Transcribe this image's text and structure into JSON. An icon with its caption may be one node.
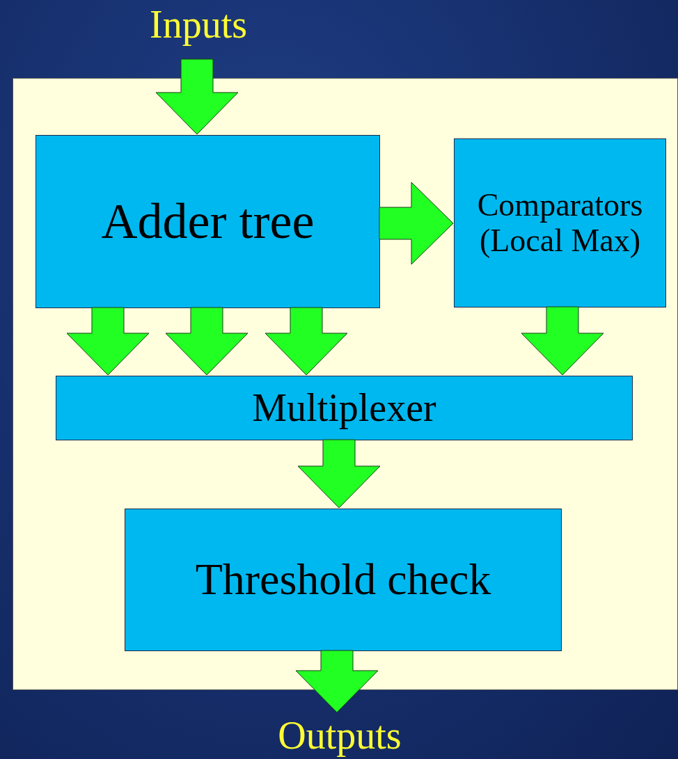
{
  "diagram": {
    "nodes": [
      {
        "text": [
          "Inputs"
        ]
      },
      {
        "text": [],
        "shape": "box"
      },
      {
        "text": [
          "Adder tree"
        ],
        "in": 1
      },
      {
        "text": [
          "Comparators (Local Max)"
        ],
        "in": 1
      },
      {
        "text": [
          "Multiplexer"
        ],
        "in": 1
      },
      {
        "text": [
          "Threshold check"
        ],
        "in": 1
      },
      {
        "text": [
          "Outputs"
        ]
      }
    ],
    "edges": [
      {
        "from": 0,
        "to": 2,
        "arrow": "to"
      },
      {
        "from": 2,
        "to": 3,
        "arrow": "to"
      },
      {
        "from": 2,
        "to": 4,
        "arrow": "to"
      },
      {
        "from": 2,
        "to": 4,
        "arrow": "to"
      },
      {
        "from": 2,
        "to": 4,
        "arrow": "to"
      },
      {
        "from": 3,
        "to": 4,
        "arrow": "to"
      },
      {
        "from": 4,
        "to": 5,
        "arrow": "to"
      },
      {
        "from": 5,
        "to": 6,
        "arrow": "to"
      }
    ]
  }
}
